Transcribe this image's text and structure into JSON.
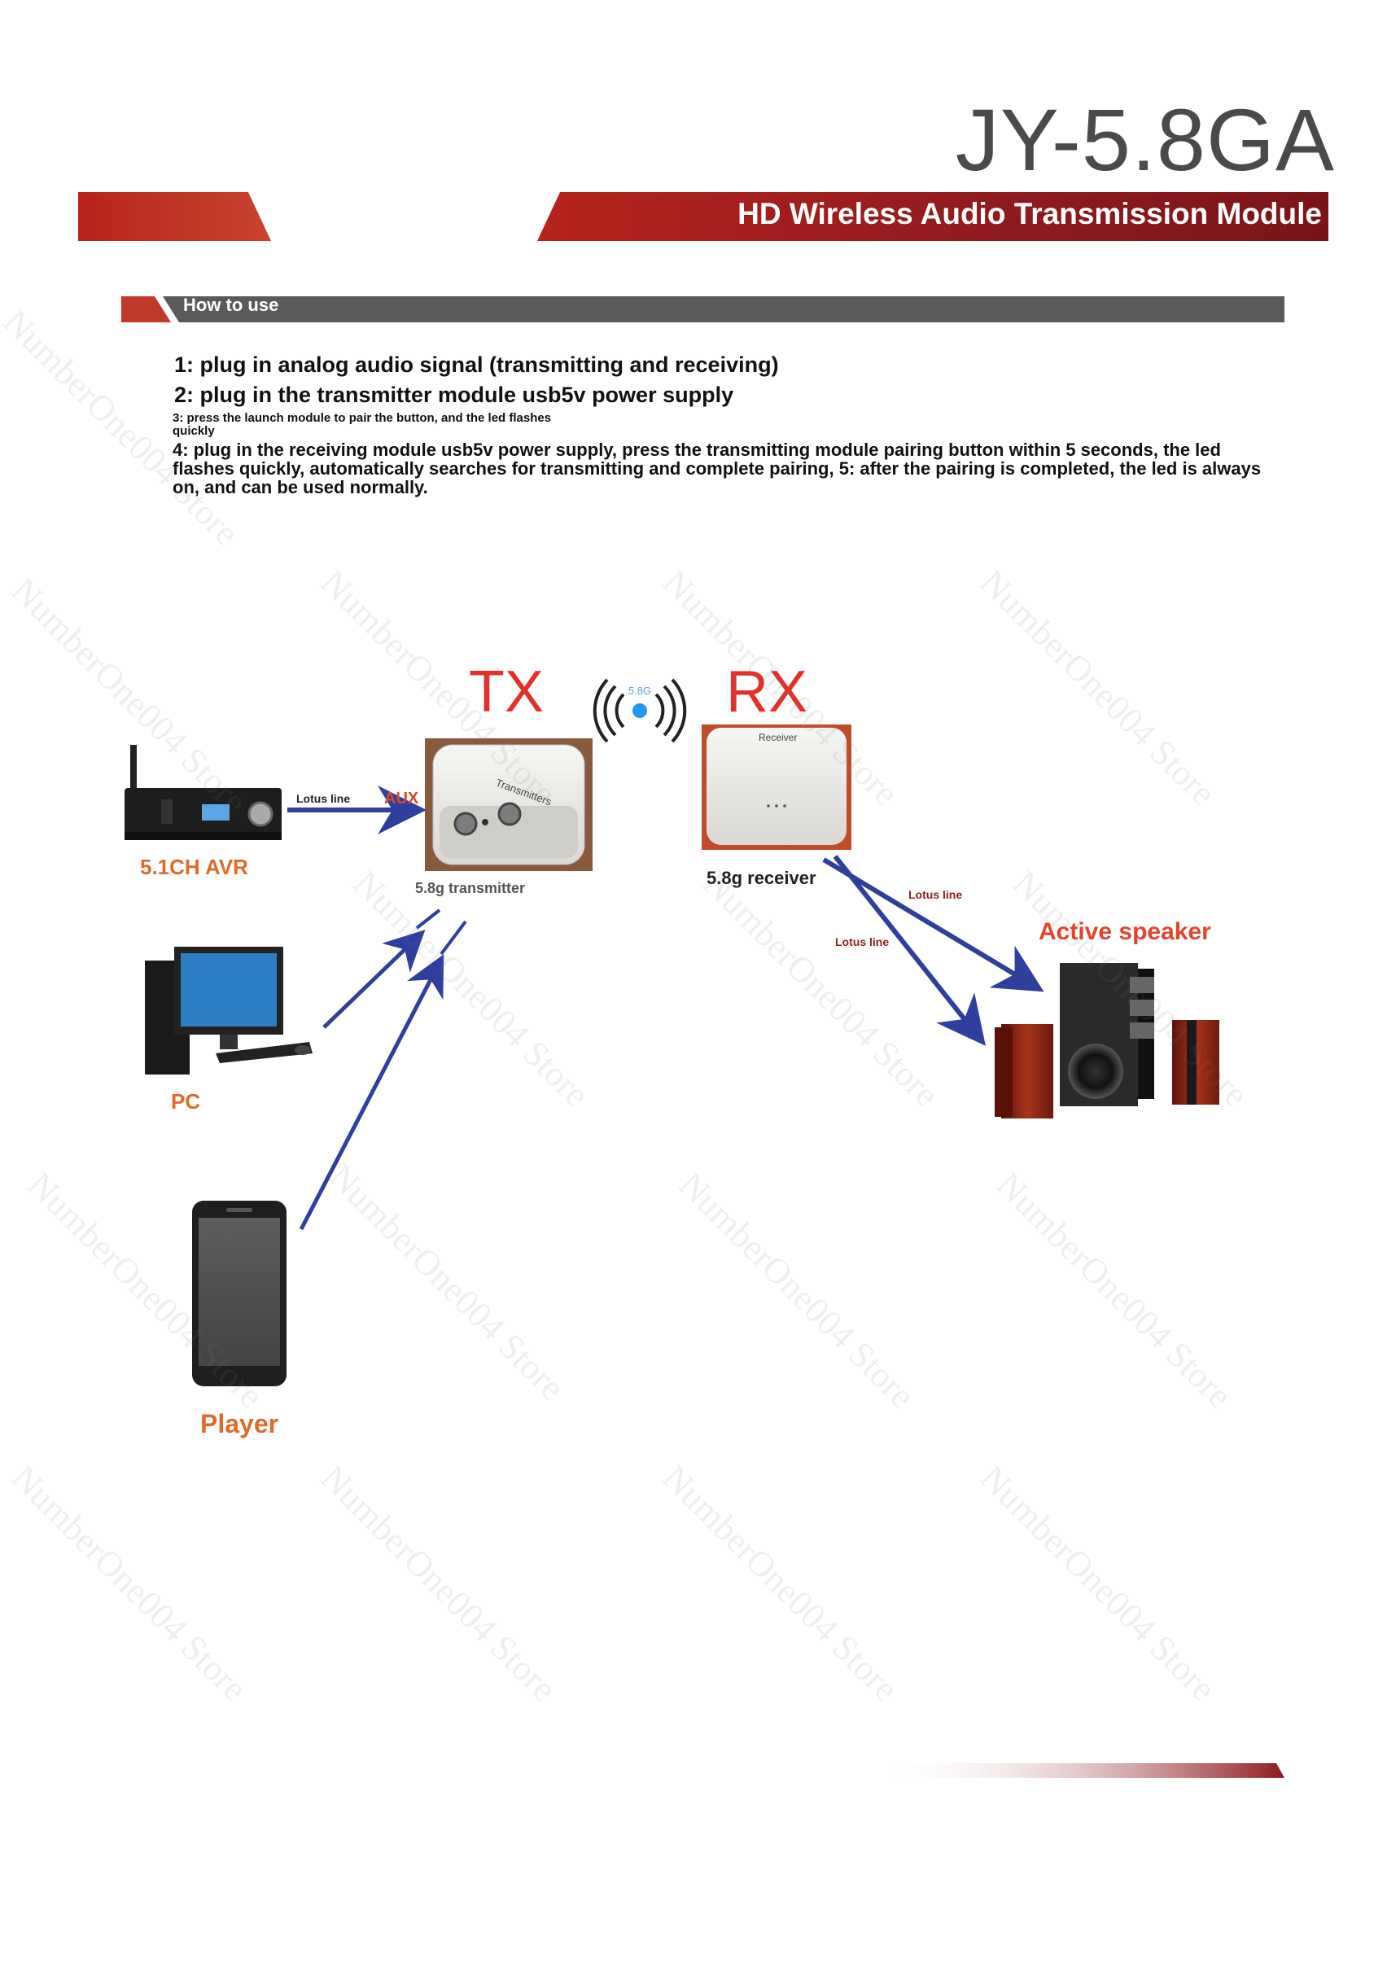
{
  "header": {
    "model": "JY-5.8GA",
    "subtitle": "HD Wireless Audio Transmission Module"
  },
  "howto": {
    "label": "How to use",
    "steps": [
      "1: plug in analog audio signal (transmitting and receiving)",
      "2: plug in the transmitter module usb5v power supply",
      "3: press the launch module to pair the button, and the led flashes quickly",
      "4: plug in the receiving module usb5v power supply, press the transmitting module pairing button within 5 seconds, the led flashes quickly, automatically searches for transmitting and complete pairing, 5: after the pairing is completed, the led is always on, and can be used normally."
    ]
  },
  "diagram": {
    "tx": "TX",
    "rx": "RX",
    "signal_badge": "5.8G",
    "transmitter_caption": "5.8g transmitter",
    "transmitter_device_text": "Transmitters",
    "receiver_caption": "5.8g receiver",
    "receiver_device_text": "Receiver",
    "avr_label": "5.1CH AVR",
    "pc_label": "PC",
    "player_label": "Player",
    "speaker_label": "Active speaker",
    "lotus_line_avr": "Lotus line",
    "aux": "AUX",
    "lotus_line_1": "Lotus line",
    "lotus_line_2": "Lotus line"
  },
  "watermark": "NumberOne004 Store",
  "colors": {
    "brand_red": "#b8231d",
    "dark_bar": "#5a5a5a",
    "arrow_blue": "#2f3f9e",
    "tx_red": "#e2302b",
    "label_orange": "#e06a2a"
  }
}
